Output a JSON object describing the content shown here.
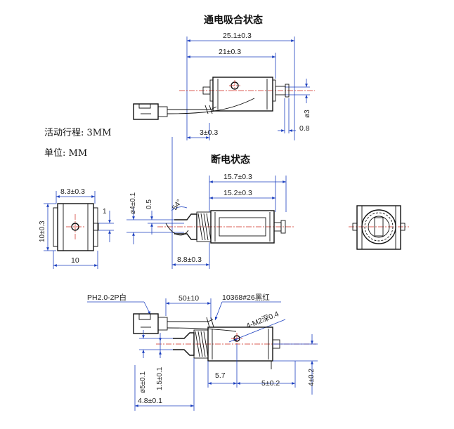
{
  "titles": {
    "energized": "通电吸合状态",
    "deenergized": "断电状态"
  },
  "notes": {
    "stroke": "活动行程: 3MM",
    "unit": "单位: MM"
  },
  "dims": {
    "top_overall": "25.1±0.3",
    "top_body": "21±0.3",
    "top_plunger_dia": "ø3",
    "top_plunger_tip": "0.8",
    "top_offset": "3±0.3",
    "mid_overall": "15.7±0.3",
    "mid_body": "15.2±0.3",
    "mid_plunger_dia": "ø4±0.1",
    "mid_groove": "0.5",
    "mid_angle": "54°",
    "mid_head_len": "8.8±0.3",
    "front_width": "8.3±0.3",
    "front_height": "10±0.3",
    "front_base": "10",
    "front_tab": "1",
    "bot_connector": "PH2.0-2P白",
    "bot_wire_len": "50±10",
    "bot_wire_spec": "10368#26黑红",
    "bot_holes": "4-M2深0.4",
    "bot_dia5": "ø5±0.1",
    "bot_d15": "1.5±0.1",
    "bot_d48": "4.8±0.1",
    "bot_d57": "5.7",
    "bot_d5": "5±0.2",
    "bot_d4": "4±0.2"
  },
  "colors": {
    "dimension": "#1b3fbf",
    "centerline": "#d0281e",
    "outline": "#111111"
  }
}
